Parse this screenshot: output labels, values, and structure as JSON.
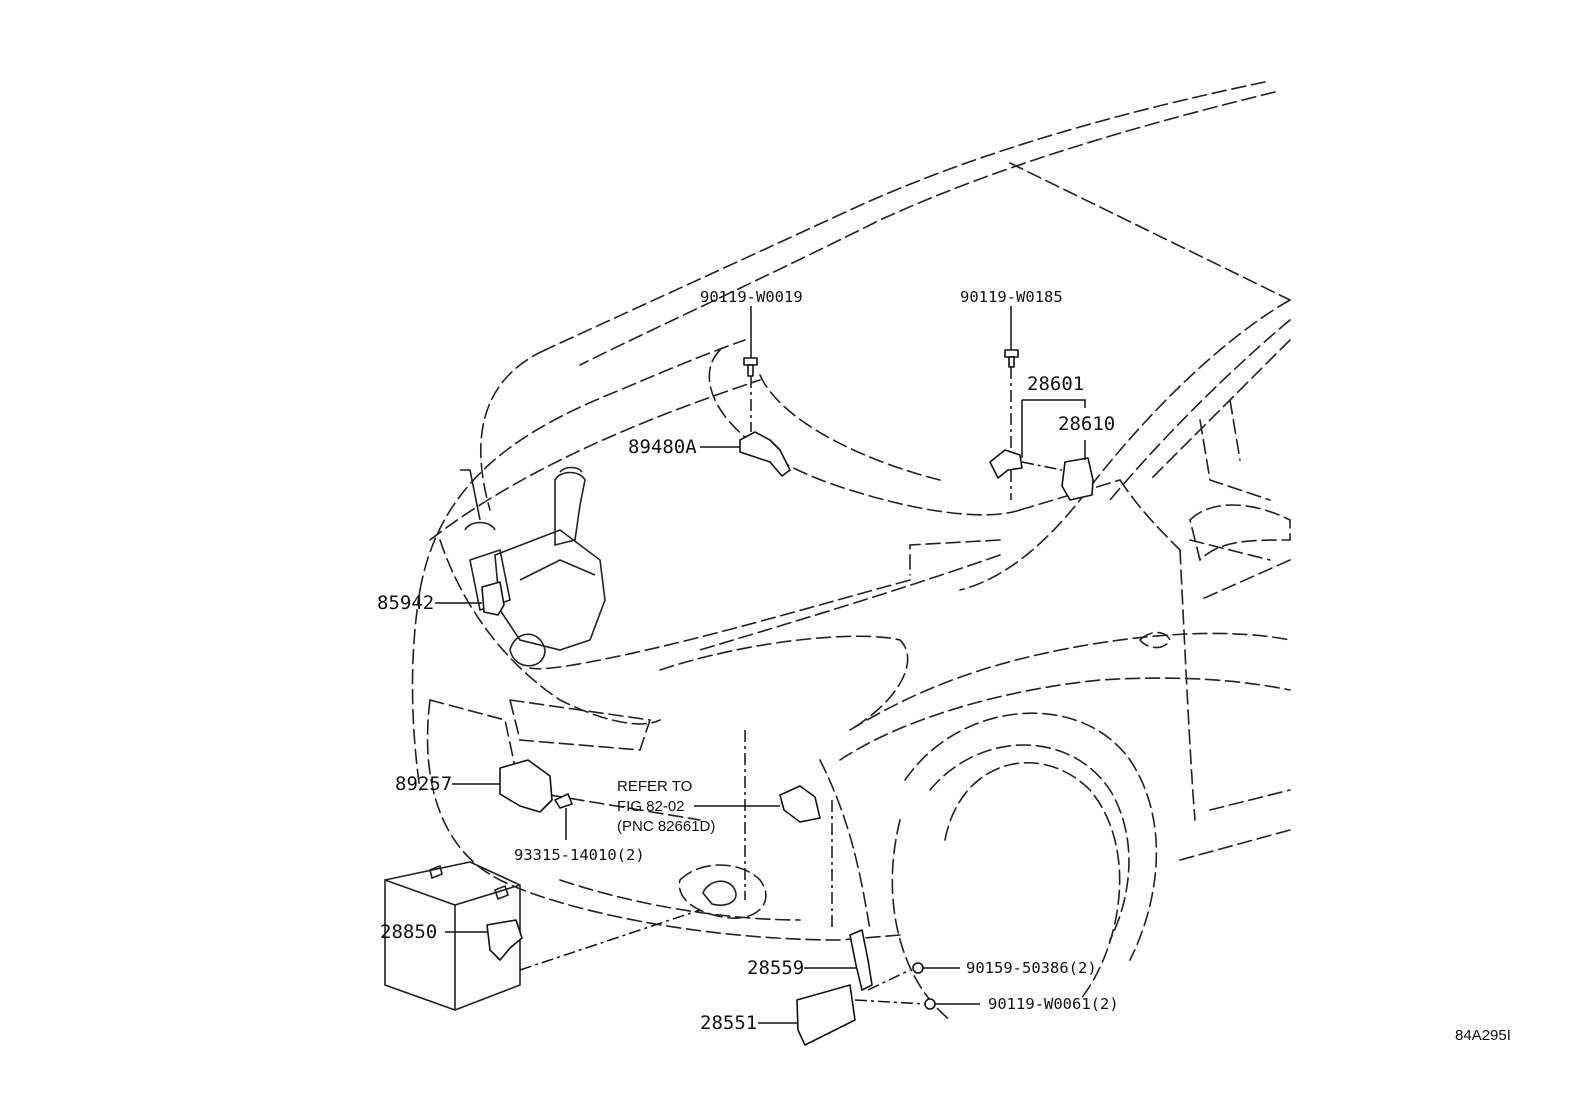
{
  "parts": {
    "p90119w0019": "90119-W0019",
    "p90119w0185": "90119-W0185",
    "p28601": "28601",
    "p28610": "28610",
    "p89480a": "89480A",
    "p85942": "85942",
    "p89257": "89257",
    "refer_line1": "REFER TO",
    "refer_line2": "FIG 82-02",
    "refer_line3": "(PNC 82661D)",
    "p93315": "93315-14010(2)",
    "p28850": "28850",
    "p28559": "28559",
    "p90159": "90159-50386(2)",
    "p90119w0061": "90119-W0061(2)",
    "p28551": "28551"
  },
  "figure_ref": "84A295I"
}
